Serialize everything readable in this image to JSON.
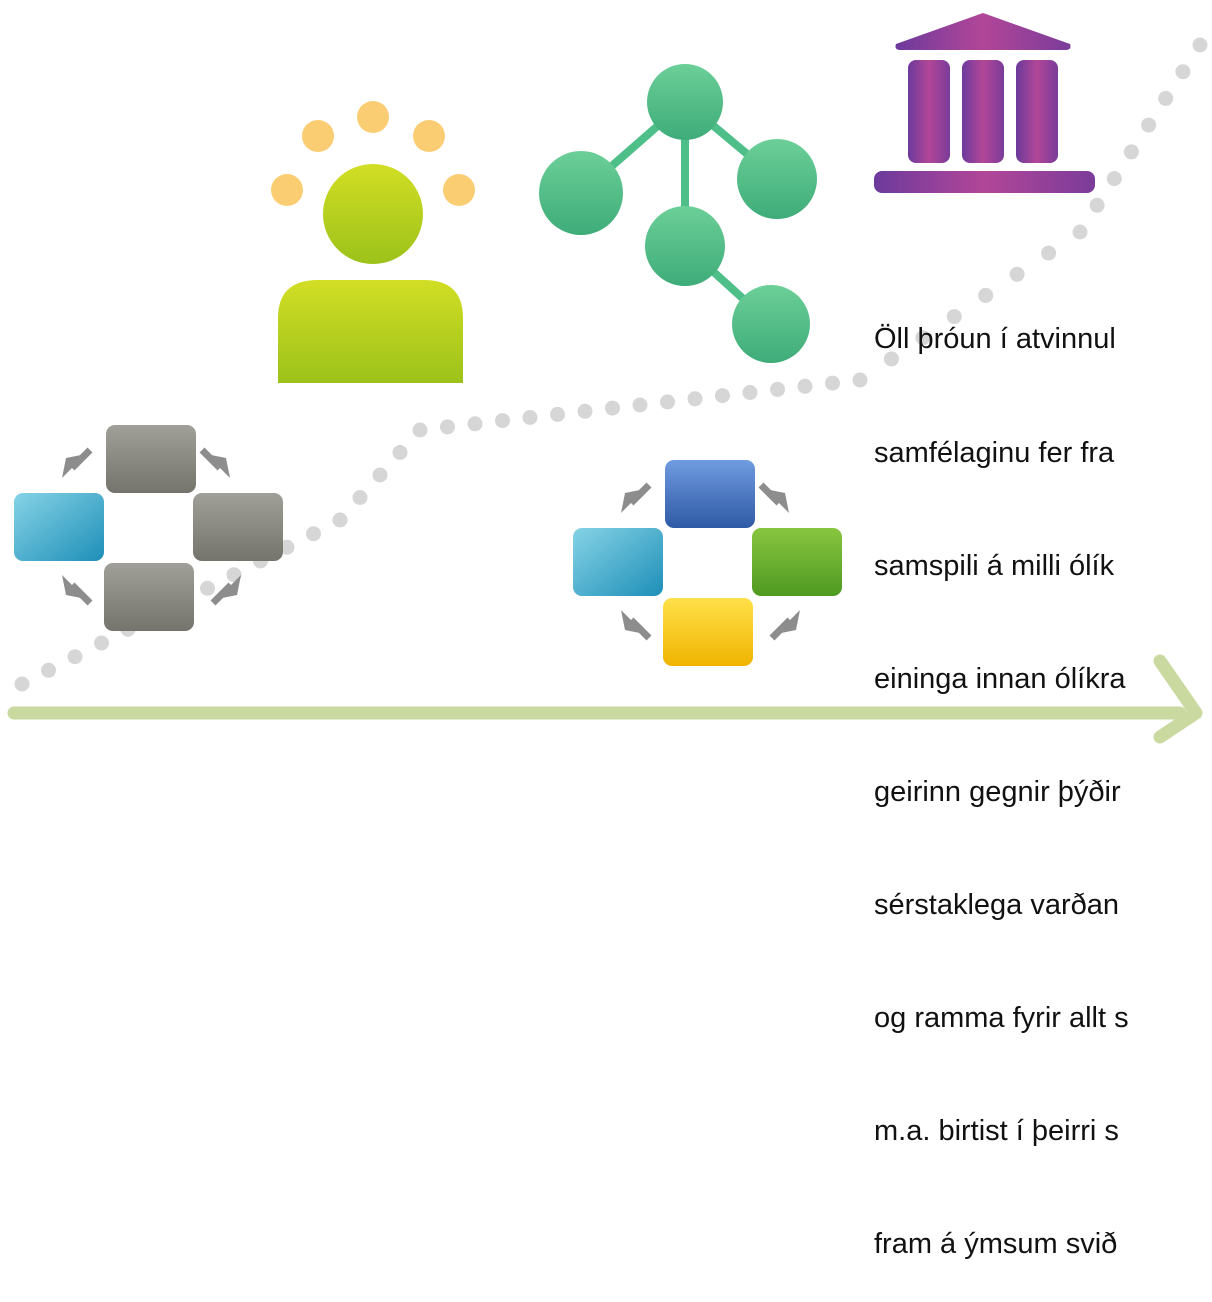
{
  "colors": {
    "background": "#ffffff",
    "dots": "#d6d6d6",
    "arrow": "#c9d9a0",
    "person_dots": "#fbcd73",
    "person": "#b5cc1c",
    "network": "#4fbf8a",
    "building": "#8e3d96",
    "box_gray": "#8a8a82",
    "box_cyan": "#3aa9c7",
    "box_blue": "#3f6fba",
    "box_green": "#66ad2e",
    "box_yellow": "#f5c400",
    "small_arrows": "#8d8d8d"
  },
  "icons": [
    "person-icon",
    "network-icon",
    "institution-building-icon",
    "gray-boxes-cycle-icon",
    "colored-boxes-cycle-icon",
    "timeline-arrow-icon"
  ],
  "text": {
    "lines": [
      "Öll þróun í atvinnul",
      "samfélaginu fer fra",
      "samspili á milli ólík",
      "eininga innan ólíkra",
      "geirinn gegnir þýðir",
      "sérstaklega varðan",
      "og ramma fyrir allt s",
      "m.a. birtist í þeirri s",
      "fram á ýmsum svið"
    ]
  }
}
